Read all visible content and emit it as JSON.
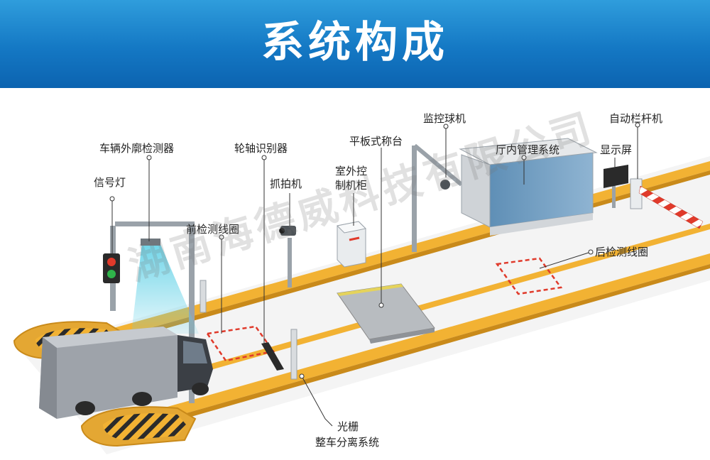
{
  "header": {
    "title": "系统构成"
  },
  "labels": {
    "signal_light": "信号灯",
    "contour_detector": "车辆外廓检测器",
    "axle_recognizer": "轮轴识别器",
    "outdoor_cabinet_line1": "室外控",
    "outdoor_cabinet_line2": "制机柜",
    "platform_scale": "平板式称台",
    "dome_camera": "监控球机",
    "hall_management": "厅内管理系统",
    "display_screen": "显示屏",
    "barrier_gate": "自动栏杆机",
    "snapshot_camera": "抓拍机",
    "front_loop": "前检测线圈",
    "rear_loop": "后检测线圈",
    "light_curtain_line1": "光栅",
    "light_curtain_line2": "整车分离系统"
  },
  "watermark": "湖南海德威科技有限公司",
  "colors": {
    "header_top": "#2f9ddc",
    "header_bottom": "#0c63b0",
    "lane_yellow": "#f2b233",
    "loop_red": "#e03a2b",
    "scale_gray": "#b8bcc0"
  }
}
